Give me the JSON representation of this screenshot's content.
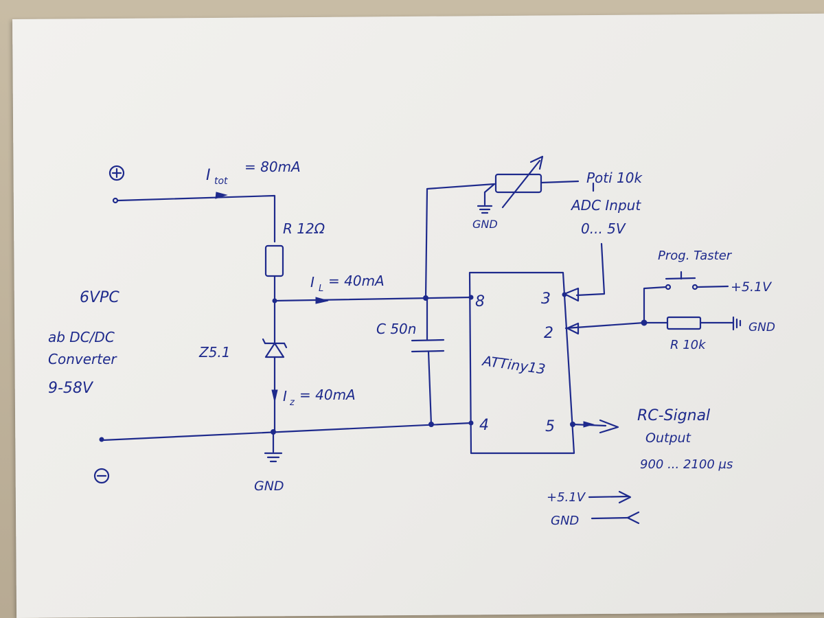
{
  "power": {
    "plus": "⊕",
    "minus": "⊖"
  },
  "source": {
    "line1": "6VPC",
    "line2": "ab DC/DC",
    "line3": "Converter",
    "line4": "9-58V"
  },
  "currents": {
    "i_tot": "I",
    "i_tot_sub": "tot",
    "i_tot_val": "= 80mA",
    "i_l": "I",
    "i_l_sub": "L",
    "i_l_val": "= 40mA",
    "i_z": "I",
    "i_z_sub": "z",
    "i_z_val": "= 40mA"
  },
  "components": {
    "resistor": "R 12Ω",
    "zener": "Z5.1",
    "capacitor": "C 50n",
    "mcu": "ATTiny13",
    "pullup": "R 10k"
  },
  "pins": {
    "p8": "8",
    "p3": "3",
    "p2": "2",
    "p4": "4",
    "p5": "5"
  },
  "poti": {
    "label": "Poti 10k",
    "adc": "ADC Input",
    "range": "0... 5V"
  },
  "button": {
    "label": "Prog. Taster",
    "supply": "+5.1V"
  },
  "gnd": {
    "top": "GND",
    "bottom": "GND",
    "pullup": "GND"
  },
  "output": {
    "line1": "RC-Signal",
    "line2": "Output",
    "line3": "900 ... 2100 µs"
  },
  "legend": {
    "supply": "+5.1V",
    "ground": "GND"
  },
  "colors": {
    "ink": "#1e2a8c",
    "paper": "#efeeeb",
    "table": "#bcb09a"
  }
}
